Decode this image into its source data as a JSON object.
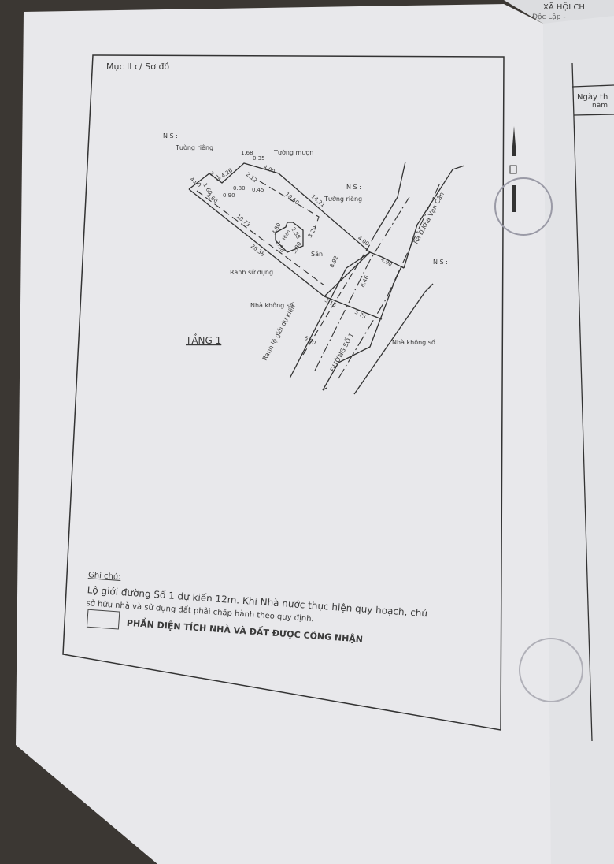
{
  "document": {
    "section_heading": "Mục II c/ Sơ đồ",
    "floor_label": "TẦNG 1",
    "north_arrow": "north-arrow-icon",
    "diagram_labels": {
      "ns_1": "N S :",
      "ns_2": "N S :",
      "ns_3": "N S :",
      "tuong_rieng_1": "Tường riêng",
      "tuong_rieng_2": "Tường riêng",
      "tuong_muon": "Tường mượn",
      "san": "Sân",
      "hien": "Hiên",
      "ranh_su_dung": "Ranh sử dụng",
      "nha_khong_so_1": "Nhà không số",
      "nha_khong_so_2": "Nhà không số",
      "ranh_lo_gioi": "Ranh lộ giới dự kiến",
      "duong_so_1": "ĐƯỜNG SỐ 1",
      "ra_duong": "Ra Đ.Kha Vạn Cân"
    },
    "dimensions": [
      "4.00",
      "2.75",
      "1.68",
      "0.35",
      "4.00",
      "4.26",
      "2.12",
      "1.60",
      "0.80",
      "0.45",
      "0.90",
      "2.60",
      "10.60",
      "14.21",
      "10.73",
      "3.80",
      "2.58",
      "3.20",
      "2.58",
      "3.80",
      "26.38",
      "4.00",
      "4.90",
      "8.92",
      "8.46",
      "3.16",
      "5.75",
      "6.00"
    ],
    "notes": {
      "heading": "Ghi chú:",
      "line1": "Lộ giới đường Số 1 dự kiến 12m. Khi Nhà nước thực hiện quy hoạch, chủ",
      "line2": "sở hữu nhà và sử dụng đất phải chấp hành theo quy định.",
      "legend": "PHẦN DIỆN TÍCH NHÀ VÀ ĐẤT ĐƯỢC CÔNG NHẬN"
    }
  },
  "right_page": {
    "header": "Ngày th",
    "header2": "năm",
    "top_text": "Độc Lập -",
    "top_text2": "XÃ HỘI CH"
  },
  "colors": {
    "paper": "#e9e9ec",
    "ink": "#333333",
    "background": "#3b3733"
  }
}
